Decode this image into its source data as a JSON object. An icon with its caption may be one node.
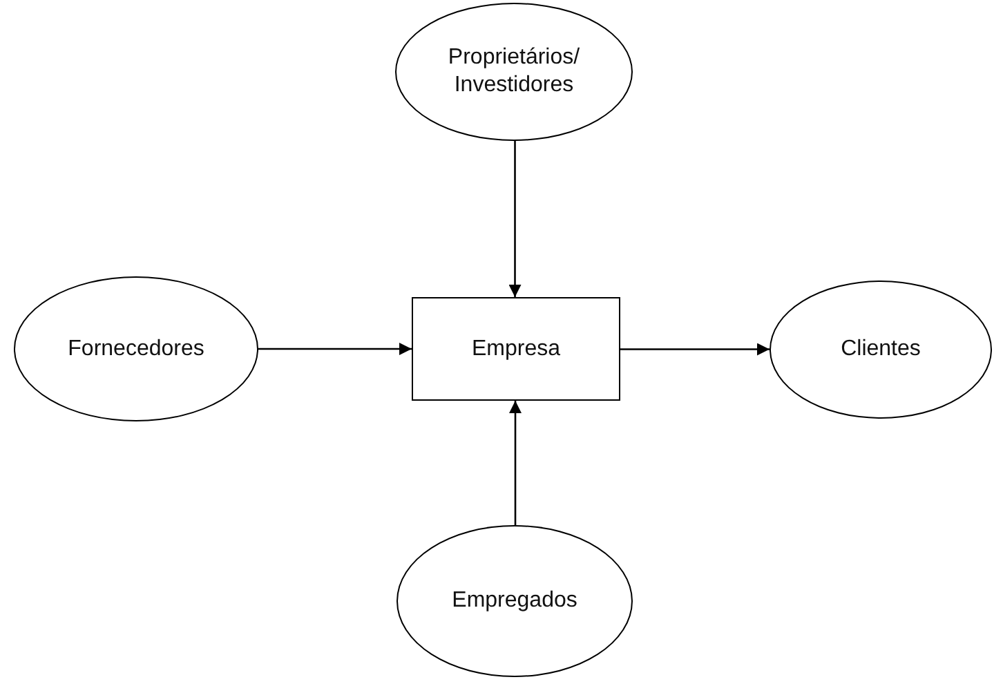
{
  "diagram": {
    "nodes": [
      {
        "text": [
          "Proprietários/ Investidores"
        ]
      },
      {
        "text": [
          "Fornecedores"
        ]
      },
      {
        "text": [
          "Empresa"
        ]
      },
      {
        "text": [
          "Clientes"
        ]
      },
      {
        "text": [
          "Empregados"
        ]
      }
    ],
    "edges": [
      {
        "from": 0,
        "to": 2,
        "arrow": "to"
      },
      {
        "from": 1,
        "to": 2,
        "arrow": "to"
      },
      {
        "from": 2,
        "to": 3,
        "arrow": "to"
      },
      {
        "from": 4,
        "to": 2,
        "arrow": "to"
      }
    ]
  }
}
